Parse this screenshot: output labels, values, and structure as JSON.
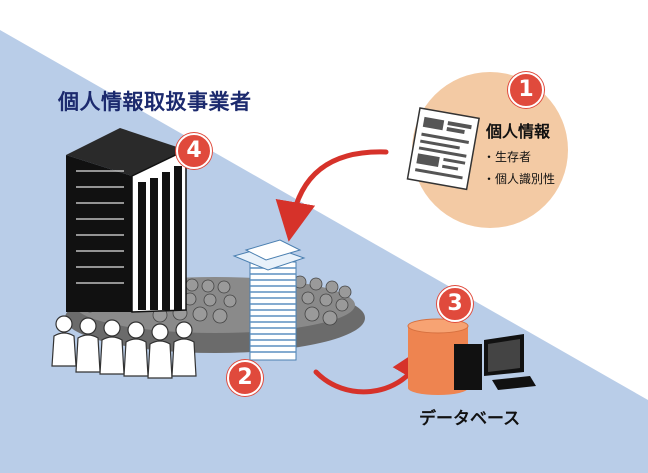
{
  "title": "個人情報取扱事業者",
  "personal_info": {
    "badge": "1",
    "heading": "個人情報",
    "items": [
      "生存者",
      "個人識別性"
    ]
  },
  "steps": {
    "document_badge": "2",
    "database_badge": "3",
    "company_badge": "4"
  },
  "database": {
    "label": "データベース"
  },
  "colors": {
    "background_band": "#b9cde8",
    "info_circle": "#f3caa4",
    "badge": "#e04a3c",
    "arrow": "#d6322a",
    "database": "#ee8450",
    "title_text": "#1c2a6e"
  },
  "icons": {
    "company": "office-building-icon",
    "crowd": "people-crowd-icon",
    "paper": "document-stack-icon",
    "form": "paper-form-icon",
    "database": "database-cylinder-icon",
    "computer": "computer-monitor-icon"
  }
}
